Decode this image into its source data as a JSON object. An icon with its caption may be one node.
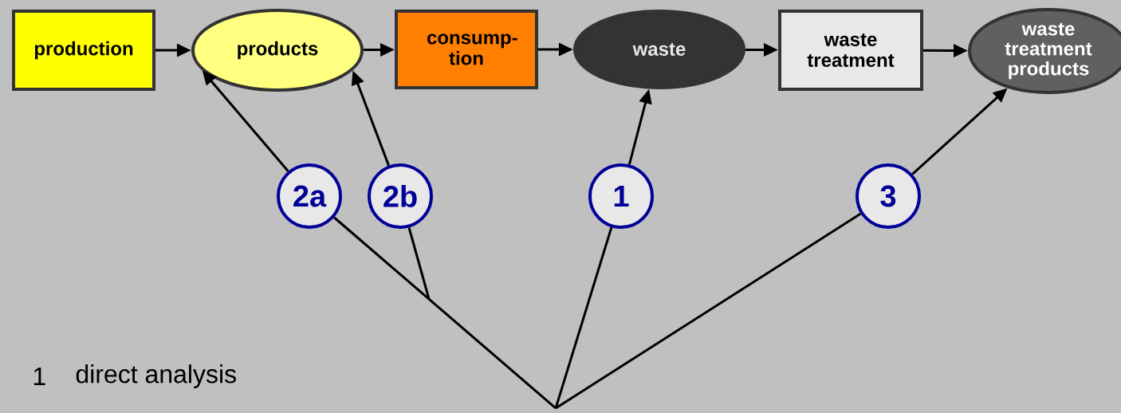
{
  "diagram": {
    "nodes": [
      {
        "text": [
          "production"
        ]
      },
      {
        "text": [
          "products"
        ]
      },
      {
        "text": [
          "consump- tion"
        ]
      },
      {
        "text": [
          "waste"
        ]
      },
      {
        "text": [
          "waste treatment"
        ]
      },
      {
        "text": [
          "waste treatment products"
        ]
      },
      {
        "text": [
          "2a"
        ]
      },
      {
        "text": [
          "2b"
        ]
      },
      {
        "text": [
          "1"
        ]
      },
      {
        "text": [
          "3"
        ]
      }
    ],
    "edges": [
      {
        "from": 0,
        "to": 1,
        "arrow": "to"
      },
      {
        "from": 1,
        "to": 2,
        "arrow": "to"
      },
      {
        "from": 2,
        "to": 3,
        "arrow": "to"
      },
      {
        "from": 3,
        "to": 4,
        "arrow": "to"
      },
      {
        "from": 4,
        "to": 5,
        "arrow": "to"
      },
      {
        "from": 6,
        "to": 1,
        "arrow": "to"
      },
      {
        "from": 7,
        "to": 1,
        "arrow": "to"
      },
      {
        "from": 8,
        "to": 3,
        "arrow": "to"
      },
      {
        "from": 9,
        "to": 5,
        "arrow": "to"
      },
      {
        "from": null,
        "to": 6,
        "arrow": "none"
      },
      {
        "from": null,
        "to": 7,
        "arrow": "none"
      },
      {
        "from": null,
        "to": 8,
        "arrow": "none"
      },
      {
        "from": null,
        "to": 9,
        "arrow": "none"
      }
    ],
    "labels": [
      "1",
      "direct analysis"
    ]
  }
}
